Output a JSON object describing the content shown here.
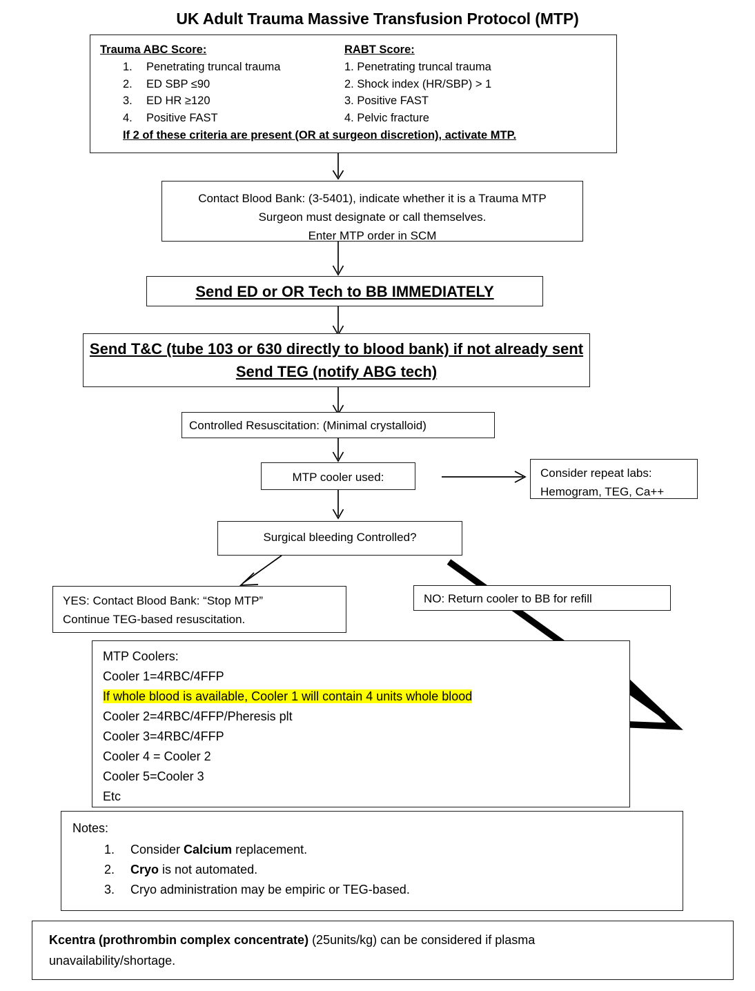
{
  "title": "UK Adult Trauma Massive Transfusion Protocol (MTP)",
  "criteria": {
    "abc_heading": "Trauma ABC Score:",
    "abc_items": [
      {
        "num": "1.",
        "text": "Penetrating truncal trauma"
      },
      {
        "num": "2.",
        "text": "ED SBP ≤90"
      },
      {
        "num": "3.",
        "text": "ED HR ≥120"
      },
      {
        "num": "4.",
        "text": "Positive FAST"
      }
    ],
    "rabt_heading": "RABT Score:",
    "rabt_items": [
      "1. Penetrating truncal trauma",
      "2. Shock index (HR/SBP) > 1",
      "3. Positive FAST",
      "4. Pelvic fracture"
    ],
    "footer": "If 2 of these criteria are present (OR at surgeon discretion), activate MTP."
  },
  "contact_blood_bank": {
    "line1": "Contact Blood Bank:  (3-5401), indicate whether it is a Trauma MTP",
    "line2": "Surgeon must designate or call themselves.",
    "line3": "Enter MTP order in SCM"
  },
  "send_tech": {
    "text": "Send ED or OR Tech to BB IMMEDIATELY"
  },
  "send_tc": {
    "line1": "Send T&C (tube 103 or 630 directly to blood bank) if not already sent",
    "line2": "Send TEG (notify ABG tech)"
  },
  "controlled_resus": {
    "text": "Controlled Resuscitation:  (Minimal crystalloid)"
  },
  "mtp_cooler_used": {
    "text": "MTP cooler used:"
  },
  "repeat_labs": {
    "line1": "Consider repeat labs:",
    "line2": "Hemogram, TEG, Ca++"
  },
  "surgical_bleeding": {
    "text": "Surgical bleeding Controlled?"
  },
  "yes_branch": {
    "line1": "YES:  Contact Blood Bank: “Stop MTP”",
    "line2": "Continue TEG-based resuscitation."
  },
  "no_branch": {
    "text": "NO:  Return cooler to BB for refill"
  },
  "mtp_coolers": {
    "heading": "MTP Coolers:",
    "lines": [
      {
        "text": "Cooler 1=4RBC/4FFP",
        "highlight": false
      },
      {
        "text": "If whole blood is available, Cooler 1 will contain 4 units whole blood",
        "highlight": true
      },
      {
        "text": "Cooler 2=4RBC/4FFP/Pheresis plt",
        "highlight": false
      },
      {
        "text": "Cooler 3=4RBC/4FFP",
        "highlight": false
      },
      {
        "text": "Cooler 4 = Cooler 2",
        "highlight": false
      },
      {
        "text": "Cooler 5=Cooler 3",
        "highlight": false
      },
      {
        "text": "Etc",
        "highlight": false
      }
    ]
  },
  "notes": {
    "heading": "Notes:",
    "items": [
      {
        "num": "1.",
        "pre": "Consider ",
        "bold": "Calcium",
        "post": " replacement."
      },
      {
        "num": "2.",
        "pre": "",
        "bold": "Cryo",
        "post": " is not automated."
      },
      {
        "num": "3.",
        "pre": "Cryo administration may be empiric or TEG-based.",
        "bold": "",
        "post": ""
      }
    ]
  },
  "kcentra": {
    "bold": "Kcentra (prothrombin complex concentrate)",
    "rest": " (25units/kg) can be considered if plasma",
    "line2": "unavailability/shortage."
  },
  "colors": {
    "highlight": "#ffff00",
    "border": "#1a1a1a",
    "text": "#000000"
  }
}
